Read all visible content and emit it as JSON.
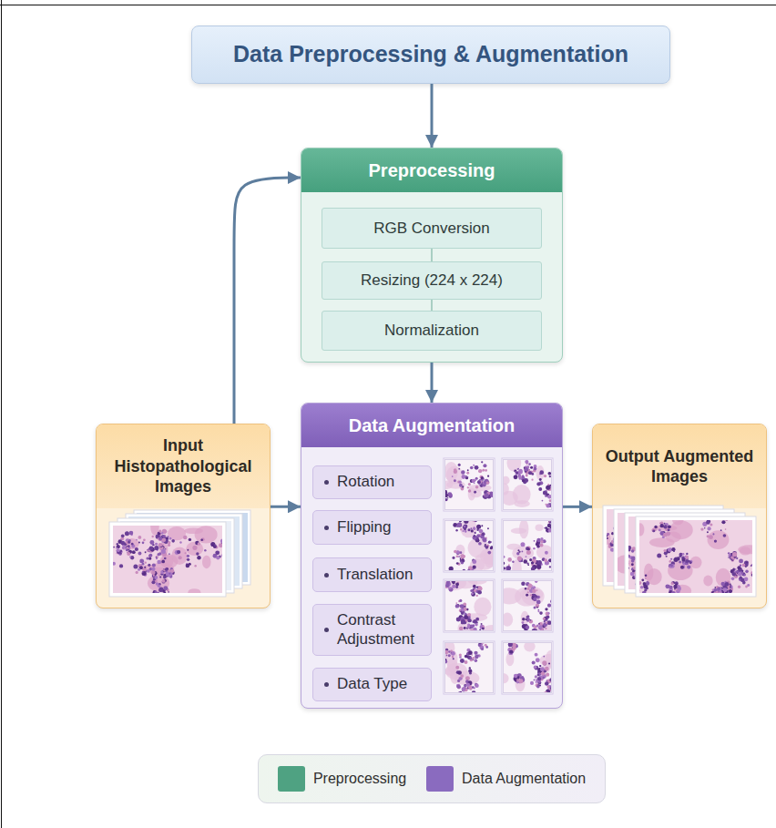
{
  "diagram": {
    "nodes": [
      {
        "text": [
          "Data Preprocessing & Augmentation"
        ]
      },
      {
        "text": [
          "Preprocessing"
        ]
      },
      {
        "text": [
          "RGB Conversion"
        ],
        "in": 1
      },
      {
        "text": [
          "Resizing (224 x 224)"
        ],
        "in": 1
      },
      {
        "text": [
          "Normalization"
        ],
        "in": 1
      },
      {
        "text": [
          "Input Histopathological Images"
        ]
      },
      {
        "text": [
          "Data Augmentation"
        ]
      },
      {
        "text": [
          "Rotation"
        ],
        "in": 6
      },
      {
        "text": [
          "Flipping"
        ],
        "in": 6
      },
      {
        "text": [
          "Translation"
        ],
        "in": 6
      },
      {
        "text": [
          "Contrast Adjustment"
        ],
        "in": 6
      },
      {
        "text": [
          "Data Type"
        ],
        "in": 6
      },
      {
        "text": [
          "Output Augmented Images"
        ]
      }
    ],
    "edges": [
      {
        "from": 0,
        "to": 1,
        "arrow": "to"
      },
      {
        "from": 5,
        "to": 1,
        "arrow": "to"
      },
      {
        "from": 1,
        "to": 6,
        "arrow": "to"
      },
      {
        "from": 5,
        "to": 6,
        "arrow": "to"
      },
      {
        "from": 6,
        "to": 12,
        "arrow": "to"
      },
      {
        "from": 2,
        "to": 3,
        "arrow": "none"
      },
      {
        "from": 3,
        "to": 4,
        "arrow": "none"
      }
    ],
    "legend": [
      {
        "text": "Preprocessing",
        "color": "#4fa282"
      },
      {
        "text": "Data Augmentation",
        "color": "#8a6bbf"
      }
    ]
  }
}
